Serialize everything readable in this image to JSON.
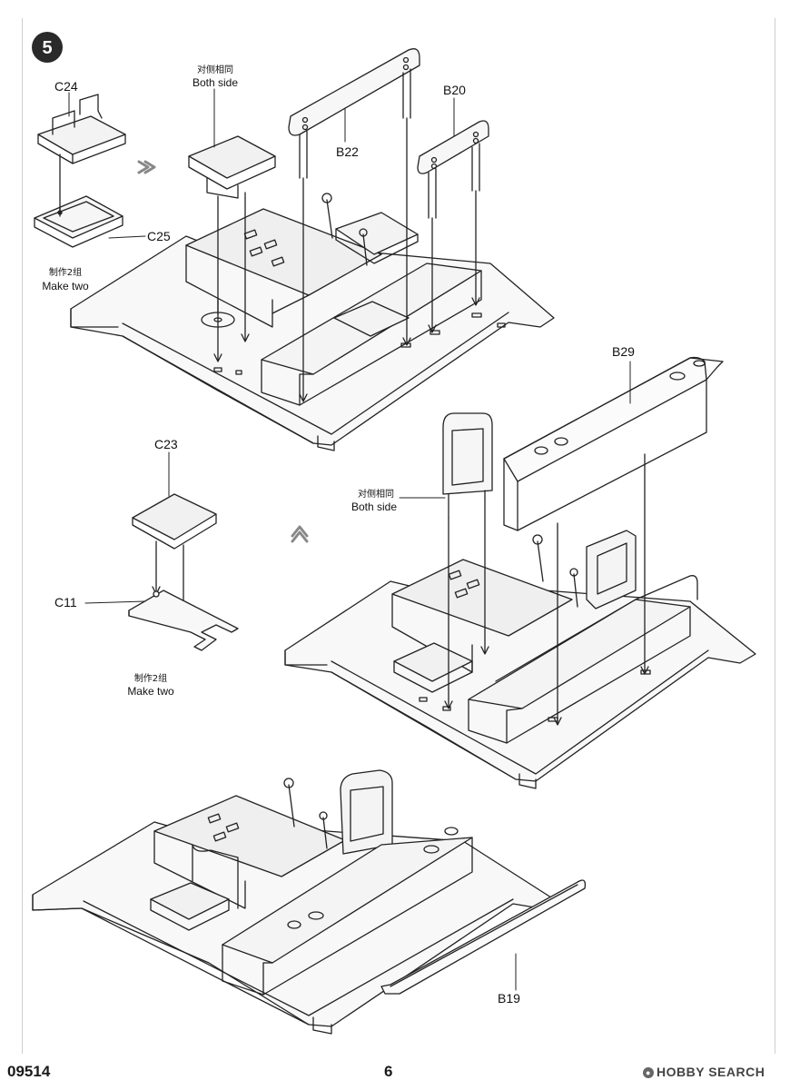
{
  "step": {
    "number": "5"
  },
  "parts": {
    "c24": "C24",
    "c25": "C25",
    "b22": "B22",
    "b20": "B20",
    "b29": "B29",
    "c23": "C23",
    "c11": "C11",
    "b19": "B19"
  },
  "notes": {
    "both_side_cn": "对侧相同",
    "both_side_en": "Both side",
    "make_two_cn": "制作2组",
    "make_two_en": "Make two"
  },
  "footer": {
    "product_code": "09514",
    "page_number": "6",
    "watermark": "HOBBY SEARCH"
  }
}
